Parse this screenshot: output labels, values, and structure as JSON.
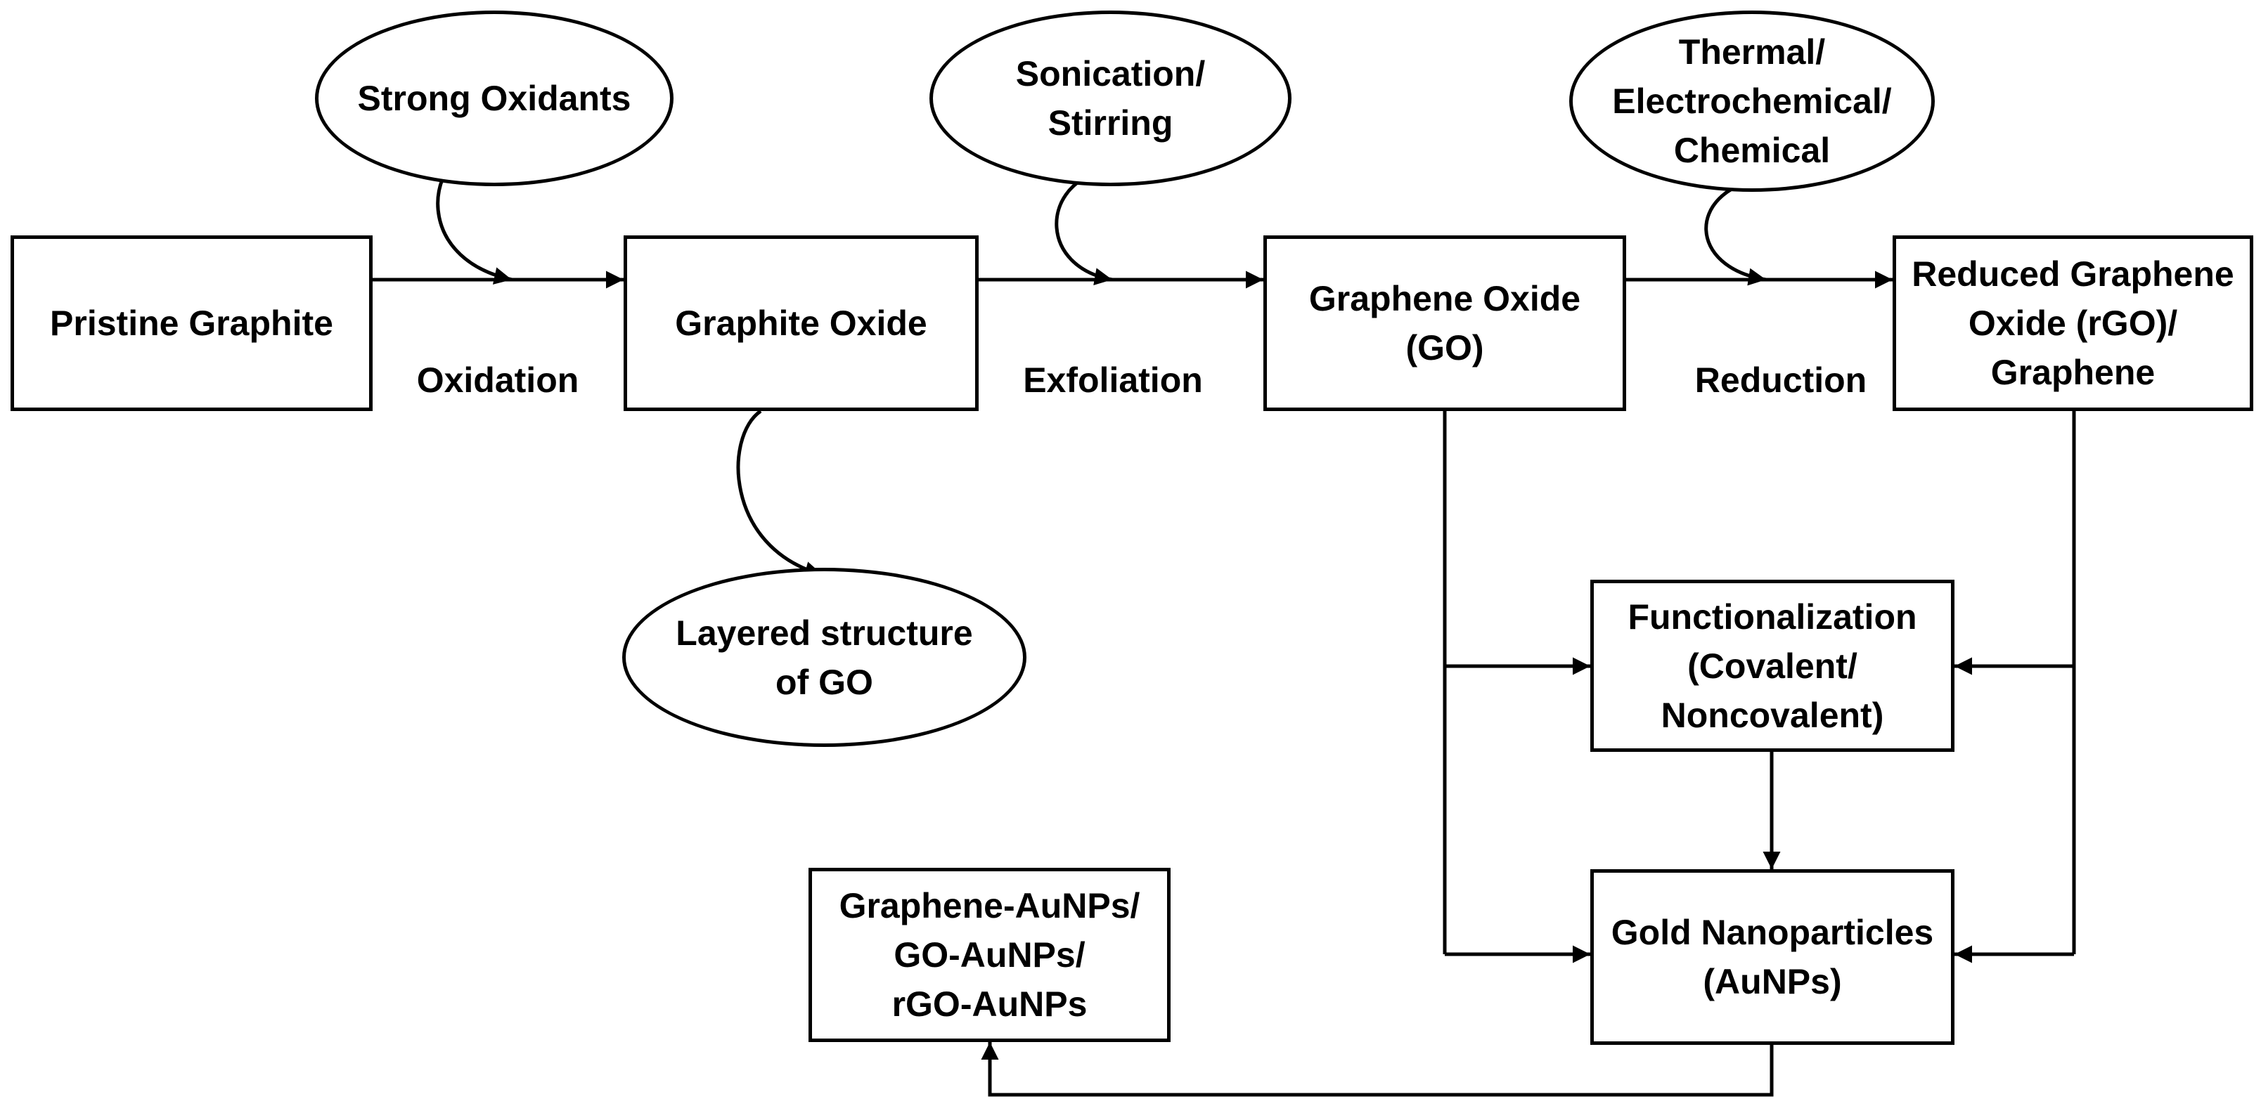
{
  "nodes": {
    "pristine_graphite": "Pristine Graphite",
    "graphite_oxide": "Graphite Oxide",
    "graphene_oxide": "Graphene Oxide\n(GO)",
    "reduced_graphene_oxide": "Reduced Graphene\nOxide (rGO)/\nGraphene",
    "functionalization": "Functionalization\n(Covalent/\nNoncovalent)",
    "gold_nanoparticles": "Gold Nanoparticles\n(AuNPs)",
    "composites": "Graphene-AuNPs/\nGO-AuNPs/\nrGO-AuNPs"
  },
  "inputs": {
    "strong_oxidants": "Strong Oxidants",
    "sonication_stirring": "Sonication/\nStirring",
    "reduction_methods": "Thermal/\nElectrochemical/\nChemical",
    "layered_structure": "Layered structure\nof GO"
  },
  "step_labels": {
    "oxidation": "Oxidation",
    "exfoliation": "Exfoliation",
    "reduction": "Reduction"
  }
}
